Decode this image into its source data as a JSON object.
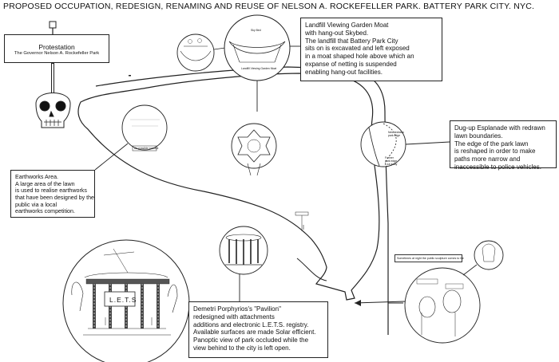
{
  "title": "PROPOSED OCCUPATION, REDESIGN, RENAMING AND REUSE OF NELSON A. ROCKEFELLER PARK. BATTERY PARK CITY. NYC.",
  "sign": {
    "title": "Protestation",
    "subtitle": "The Governor Nelson A. Rockefeller Park"
  },
  "callouts": {
    "moat": [
      "Landfill Viewing Garden Moat",
      "with hang-out Skybed.",
      "The landfill that Battery Park City",
      "sits on is excavated and left exposed",
      "in a moat shaped hole above which an",
      "expanse of netting is suspended",
      "enabling hang-out facilities."
    ],
    "esplanade": [
      "Dug-up Esplanade with redrawn",
      "lawn boundaries.",
      "The edge of the park lawn",
      "is reshaped in order to make",
      "paths more narrow and",
      "inaccessible to police vehicles."
    ],
    "earthworks": [
      "Earthworks Area.",
      "A large area of the lawn",
      "is used to realise earthworks",
      "that have been designed by the",
      "public via a local",
      "earthworks competition."
    ],
    "pavilion": [
      "Demetri Porphyrios's \"Pavilion\"",
      "redesigned with attachments",
      "additions and electronic L.E.T.S. registry.",
      "Available surfaces are made Solar efficient.",
      "Panoptic view of park occluded while the",
      "view behind to the city is left open."
    ]
  },
  "small_labels": {
    "skybed": "Sky Bed",
    "moat_caption": "Landfill Viewing Garden Moat",
    "lets": "L.E.T.S",
    "sculpture_note": "Sometimes at night the public sculpture comes to life",
    "path_new": "New redrawn",
    "path_new2": "park edge",
    "path_old": "Former",
    "path_old2": "park edge",
    "path_old3": "/ cut away",
    "earth_caption": "An possible concept"
  }
}
